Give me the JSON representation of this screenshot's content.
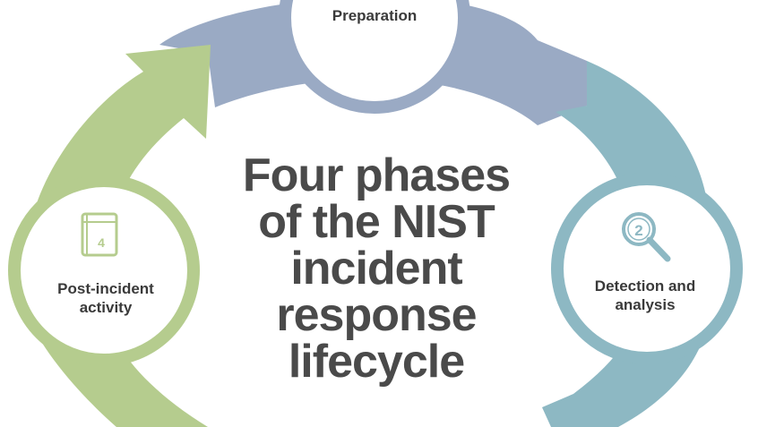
{
  "title_lines": [
    "Four phases",
    "of the NIST",
    "incident",
    "response",
    "lifecycle"
  ],
  "phases": {
    "preparation": {
      "label": "Preparation"
    },
    "detection": {
      "number": "2",
      "label_lines": [
        "Detection and",
        "analysis"
      ]
    },
    "post_incident": {
      "number": "4",
      "label_lines": [
        "Post-incident",
        "activity"
      ]
    }
  },
  "colors": {
    "preparation": "#9aaac4",
    "detection": "#8db8c3",
    "post_incident": "#b5cc8e",
    "title_text": "#4a4a4a",
    "label_text": "#3a3a3a"
  },
  "icons": {
    "detection": "magnifier-icon",
    "post_incident": "book-icon"
  }
}
